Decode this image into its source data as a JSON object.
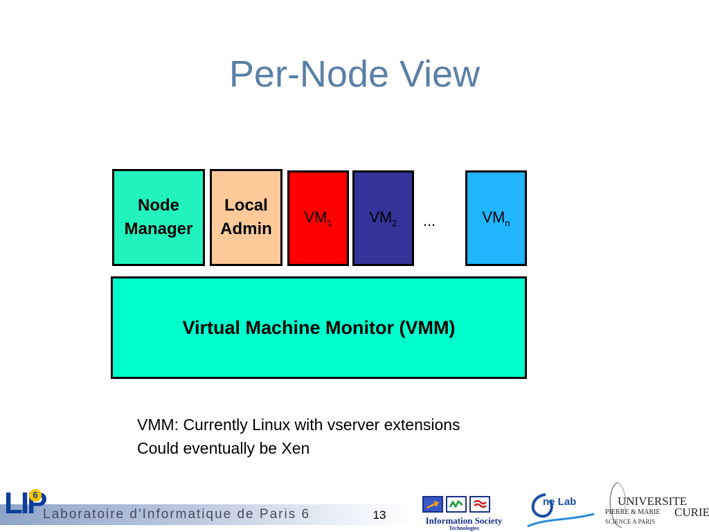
{
  "slide": {
    "title": "Per-Node View",
    "page_number": "13"
  },
  "diagram": {
    "boxes": {
      "node_manager": {
        "line1": "Node",
        "line2": "Manager",
        "color": "#21f2be"
      },
      "local_admin": {
        "line1": "Local",
        "line2": "Admin",
        "color": "#fdc999"
      },
      "vm1": {
        "base": "VM",
        "sub": "1",
        "color": "#ff0000"
      },
      "vm2": {
        "base": "VM",
        "sub": "2",
        "color": "#333399"
      },
      "vmn": {
        "base": "VM",
        "sub": "n",
        "color": "#21b4ff"
      },
      "vmm": {
        "label": "Virtual Machine Monitor (VMM)",
        "color": "#00ffcc"
      }
    },
    "ellipsis": "..."
  },
  "notes": {
    "line1": "VMM: Currently Linux with vserver extensions",
    "line2": "Could eventually be Xen"
  },
  "footer": {
    "lab_logo_text": "LIP",
    "lab_logo_badge": "6",
    "lab_name": "Laboratoire d'Informatique de Paris 6",
    "ist_title": "Information Society",
    "ist_subtitle": "Technologies",
    "onelab_text": "ne Lab",
    "upmc_line1": "UNIVERSITE",
    "upmc_line2": "PIERRE & MARIE",
    "upmc_curie": "CURIE",
    "upmc_line3": "SCIENCE A PARIS",
    "icons": [
      "ist-arrow-icon",
      "ist-wave-icon",
      "ist-signal-icon",
      "onelab-swirl-icon",
      "upmc-emblem-icon"
    ]
  }
}
